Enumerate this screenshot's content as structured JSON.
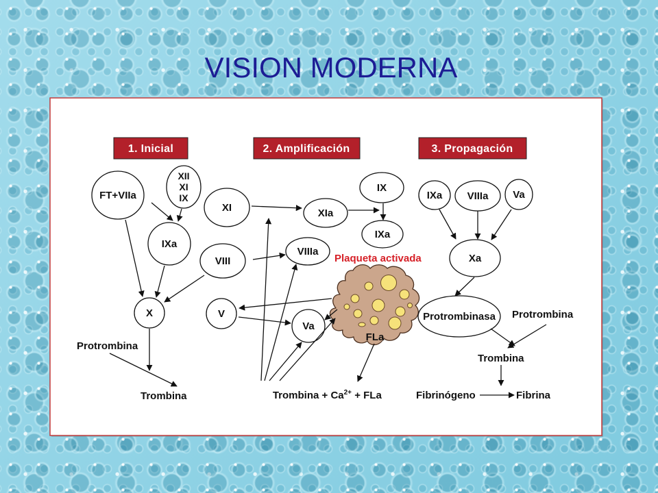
{
  "slide": {
    "title": "VISION MODERNA"
  },
  "colors": {
    "title": "#1c1c94",
    "phase_header": "#b3202a",
    "platelet_label": "#d62027",
    "platelet_fill": "#cba68c",
    "granule_fill": "#f6e27a",
    "background": "#8fd3e4"
  },
  "phases": [
    {
      "label": "1. Inicial"
    },
    {
      "label": "2. Amplificación"
    },
    {
      "label": "3. Propagación"
    }
  ],
  "inicial": {
    "ft_viia": "FT+VIIa",
    "contact_factors": [
      "XII",
      "XI",
      "IX"
    ],
    "ixa": "IXa",
    "x": "X",
    "protrombina": "Protrombina",
    "trombina": "Trombina"
  },
  "amplificacion": {
    "xi": "XI",
    "xia": "XIa",
    "ix": "IX",
    "ixa": "IXa",
    "viii": "VIII",
    "viiia": "VIIIa",
    "v": "V",
    "va": "Va",
    "platelet_label": "Plaqueta activada",
    "platelet_fla": "FLa",
    "bottom": {
      "trombina_ca": "Trombina + Ca",
      "superscript": "2+",
      "fla": " + FLa"
    }
  },
  "propagacion": {
    "ixa": "IXa",
    "viiia": "VIIIa",
    "va": "Va",
    "xa": "Xa",
    "protrombinasa": "Protrombinasa",
    "protrombina": "Protrombina",
    "trombina": "Trombina",
    "fibrinogeno": "Fibrinógeno",
    "fibrina": "Fibrina"
  }
}
